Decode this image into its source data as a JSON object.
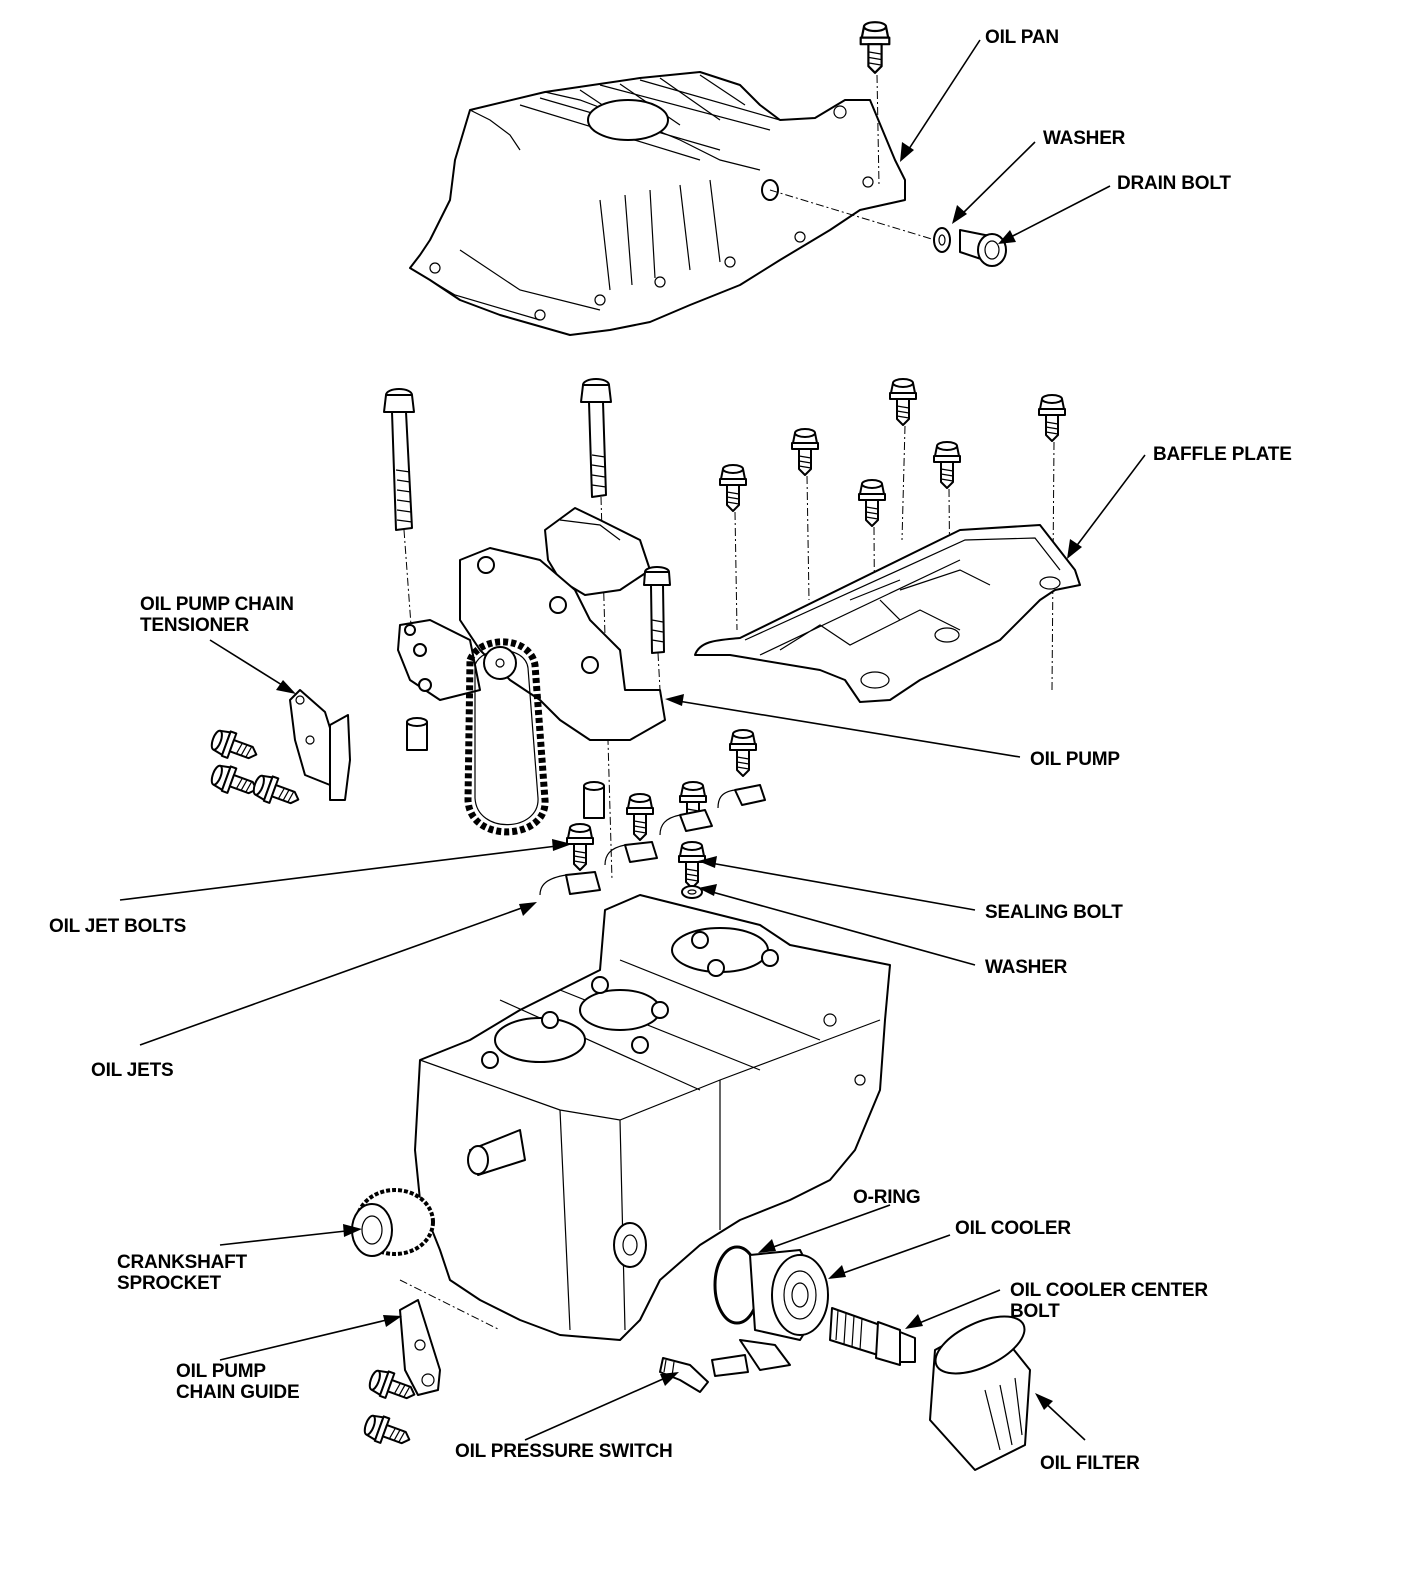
{
  "diagram": {
    "title": "Engine lubrication system exploded view",
    "labels": {
      "oil_pan": "OIL PAN",
      "washer_top": "WASHER",
      "drain_bolt": "DRAIN BOLT",
      "baffle_plate": "BAFFLE PLATE",
      "oil_pump_chain_tensioner": [
        "OIL PUMP CHAIN",
        "TENSIONER"
      ],
      "oil_pump": "OIL PUMP",
      "oil_jet_bolts": "OIL JET BOLTS",
      "sealing_bolt": "SEALING BOLT",
      "washer_mid": "WASHER",
      "oil_jets": "OIL JETS",
      "o_ring": "O-RING",
      "oil_cooler": "OIL COOLER",
      "oil_cooler_center_bolt": [
        "OIL COOLER CENTER",
        "BOLT"
      ],
      "crankshaft_sprocket": [
        "CRANKSHAFT",
        "SPROCKET"
      ],
      "oil_pump_chain_guide": [
        "OIL PUMP",
        "CHAIN GUIDE"
      ],
      "oil_pressure_switch": "OIL PRESSURE SWITCH",
      "oil_filter": "OIL FILTER"
    }
  }
}
